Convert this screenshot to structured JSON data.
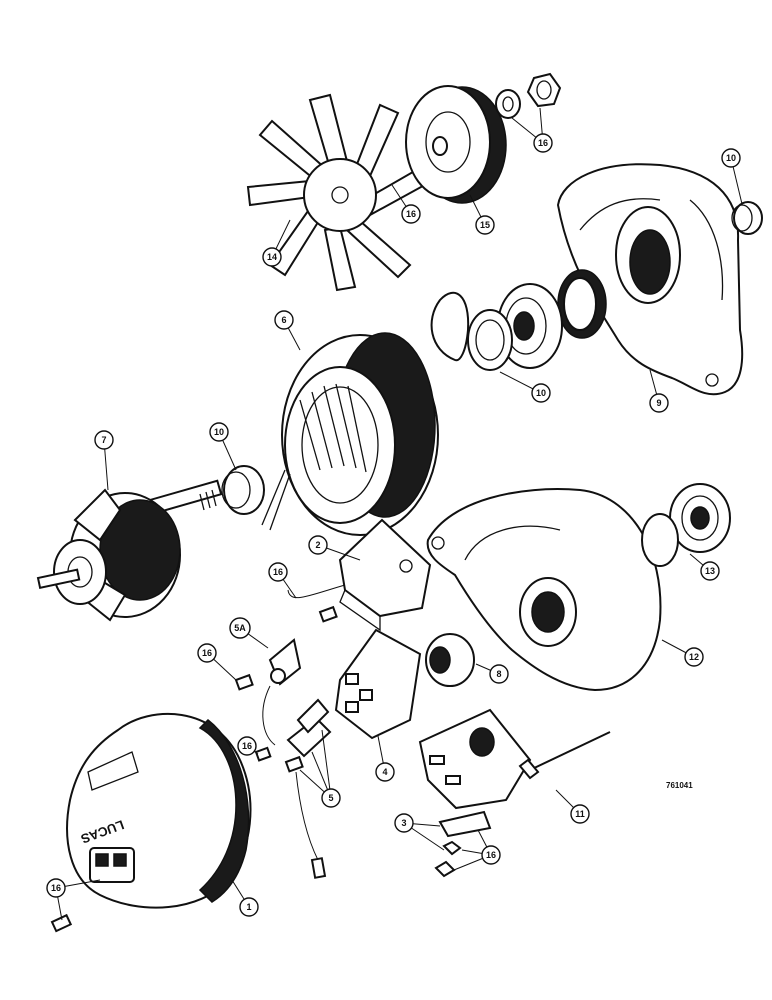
{
  "drawing_number": "761041",
  "housing_stamp": "LUCAS",
  "callouts": [
    {
      "id": "c1",
      "label": "1"
    },
    {
      "id": "c2",
      "label": "2"
    },
    {
      "id": "c3",
      "label": "3"
    },
    {
      "id": "c4",
      "label": "4"
    },
    {
      "id": "c5",
      "label": "5"
    },
    {
      "id": "c5a",
      "label": "5A"
    },
    {
      "id": "c6",
      "label": "6"
    },
    {
      "id": "c7",
      "label": "7"
    },
    {
      "id": "c8",
      "label": "8"
    },
    {
      "id": "c9",
      "label": "9"
    },
    {
      "id": "c10a",
      "label": "10"
    },
    {
      "id": "c10b",
      "label": "10"
    },
    {
      "id": "c10c",
      "label": "10"
    },
    {
      "id": "c11",
      "label": "11"
    },
    {
      "id": "c12",
      "label": "12"
    },
    {
      "id": "c13",
      "label": "13"
    },
    {
      "id": "c14",
      "label": "14"
    },
    {
      "id": "c15",
      "label": "15"
    },
    {
      "id": "c16a",
      "label": "16"
    },
    {
      "id": "c16b",
      "label": "16"
    },
    {
      "id": "c16c",
      "label": "16"
    },
    {
      "id": "c16d",
      "label": "16"
    },
    {
      "id": "c16e",
      "label": "16"
    },
    {
      "id": "c16f",
      "label": "16"
    },
    {
      "id": "c16g",
      "label": "16"
    }
  ]
}
